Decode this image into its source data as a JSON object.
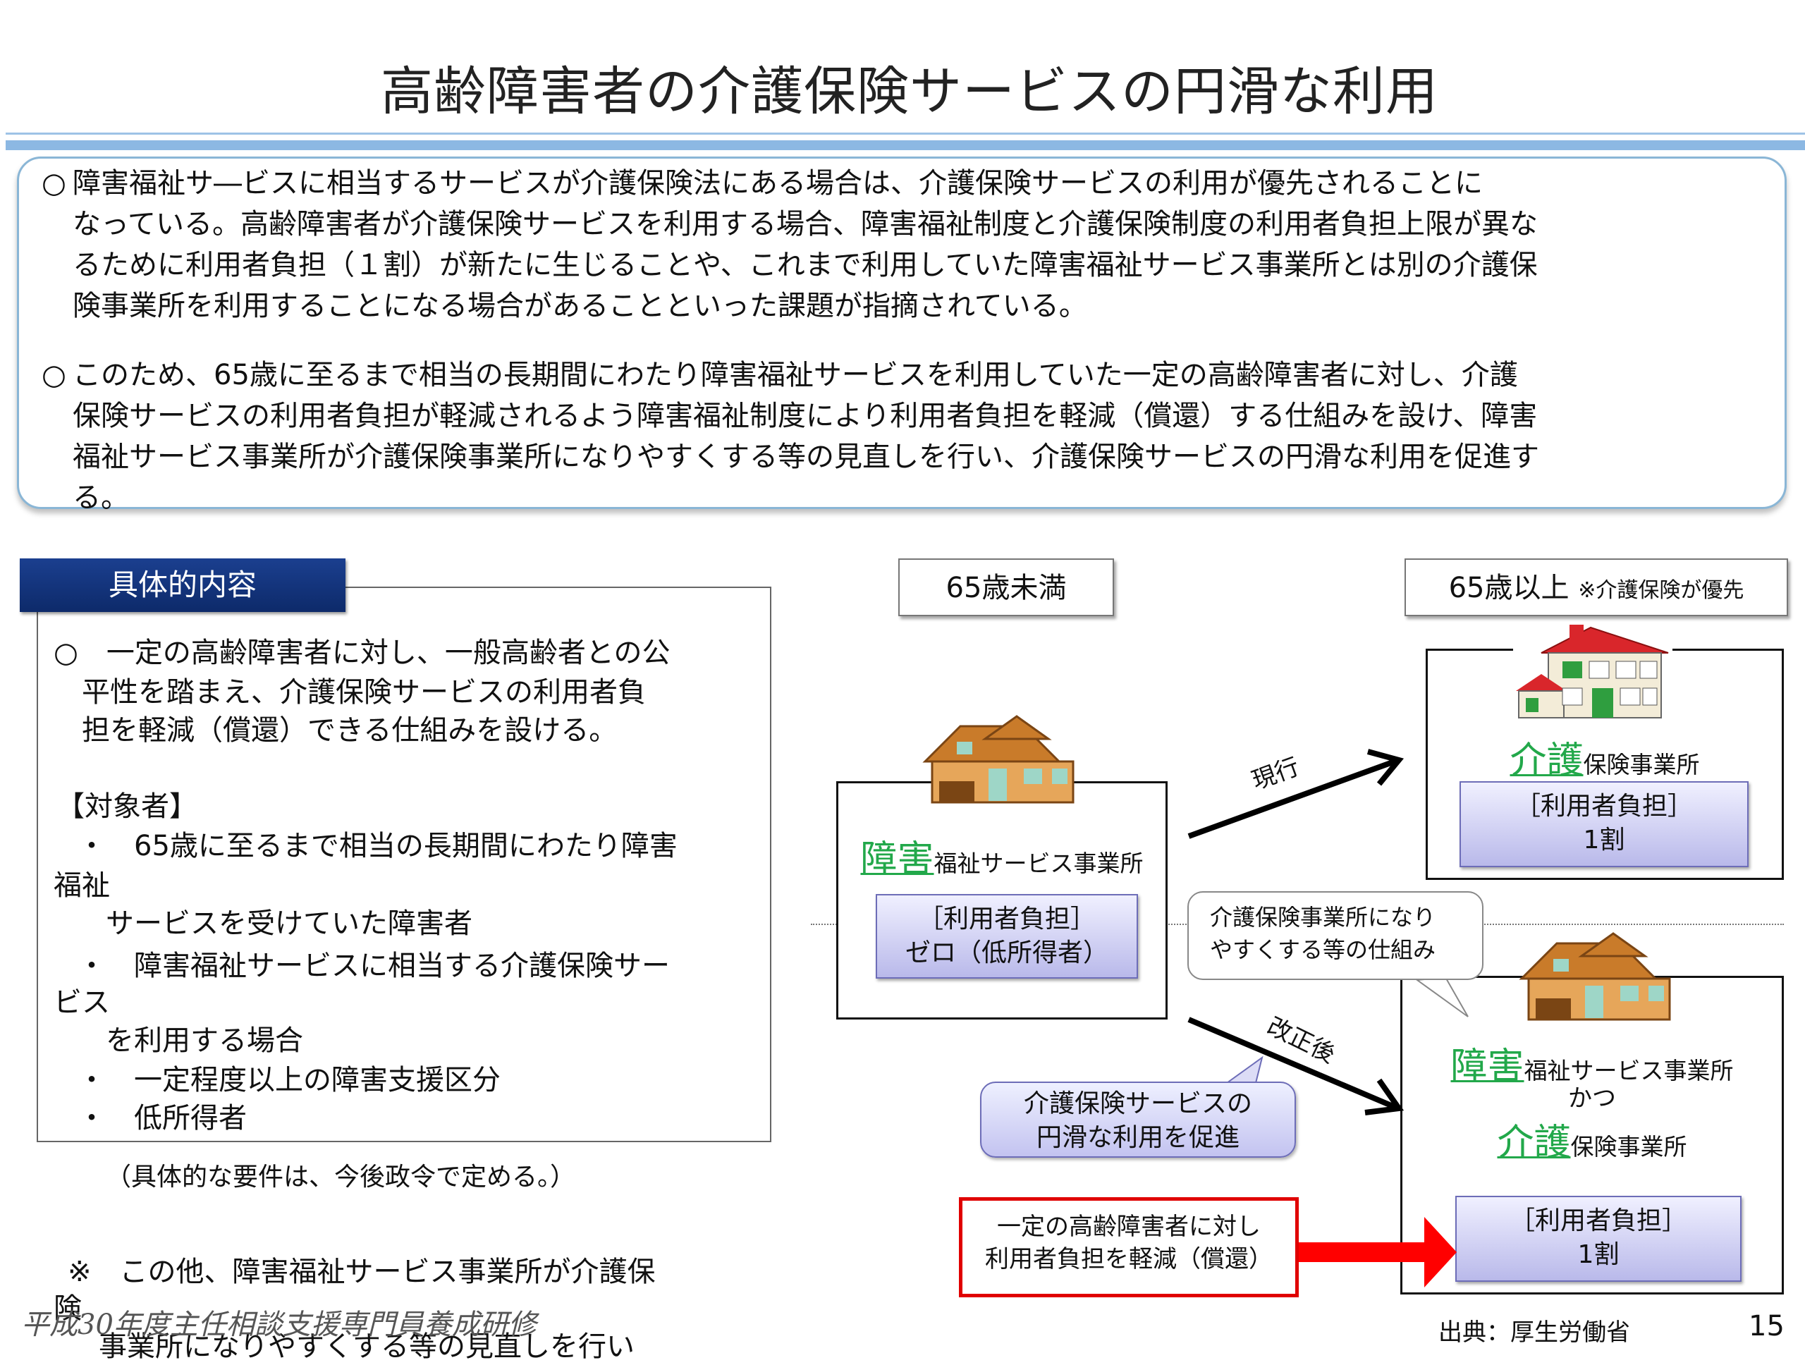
{
  "title": "高齢障害者の介護保険サービスの円滑な利用",
  "summary": {
    "bullet": "○",
    "para1": "障害福祉サ―ビスに相当するサービスが介護保険法にある場合は、介護保険サービスの利用が優先されることに\nなっている。高齢障害者が介護保険サービスを利用する場合、障害福祉制度と介護保険制度の利用者負担上限が異な\nるために利用者負担（１割）が新たに生じることや、これまで利用していた障害福祉サービス事業所とは別の介護保\n険事業所を利用することになる場合があることといった課題が指摘されている。",
    "para2": "このため、65歳に至るまで相当の長期間にわたり障害福祉サービスを利用していた一定の高齢障害者に対し、介護\n保険サービスの利用者負担が軽減されるよう障害福祉制度により利用者負担を軽減（償還）する仕組みを設け、障害\n福祉サービス事業所が介護保険事業所になりやすくする等の見直しを行い、介護保険サービスの円滑な利用を促進す\nる。"
  },
  "detail": {
    "header": "具体的内容",
    "lines": [
      "○　一定の高齢障害者に対し、一般高齢者との公",
      "　平性を踏まえ、介護保険サービスの利用者負",
      "　担を軽減（償還）できる仕組みを設ける。",
      "【対象者】",
      "・　65歳に至るまで相当の長期間にわたり障害",
      "福祉",
      "　サービスを受けていた障害者",
      "・　障害福祉サービスに相当する介護保険サー",
      "ビス",
      "　を利用する場合",
      "・　一定程度以上の障害支援区分",
      "・　低所得者"
    ],
    "note": "（具体的な要件は、今後政令で定める。）",
    "other1": "※　この他、障害福祉サービス事業所が介護保",
    "other2": "険",
    "other3": "事業所になりやすくする等の見直しを行い"
  },
  "diagram": {
    "under65": "65歳未満",
    "over65": "65歳以上",
    "over65_note": "※介護保険が優先",
    "left_facility_big": "障害",
    "left_facility_small": "福祉サービス事業所",
    "left_burden_title": "［利用者負担］",
    "left_burden_value": "ゼロ（低所得者）",
    "current_label": "現行",
    "after_label": "改正後",
    "top_right_big": "介護",
    "top_right_small": "保険事業所",
    "top_right_burden_title": "［利用者負担］",
    "top_right_burden_value": "1割",
    "callout_line1": "介護保険事業所になり",
    "callout_line2": "やすくする等の仕組み",
    "bottom_right_big1": "障害",
    "bottom_right_small1": "福祉サービス事業所",
    "bottom_right_katsu": "かつ",
    "bottom_right_big2": "介護",
    "bottom_right_small2": "保険事業所",
    "bottom_right_burden_title": "［利用者負担］",
    "bottom_right_burden_value": "1割",
    "promote_line1": "介護保険サービスの",
    "promote_line2": "円滑な利用を促進",
    "reduce_line1": "一定の高齢障害者に対し",
    "reduce_line2": "利用者負担を軽減（償還）"
  },
  "footer": {
    "course": "平成30年度主任相談支援専門員養成研修",
    "source": "出典：厚生労働省",
    "page": "15"
  },
  "colors": {
    "accent_green": "#22a84a",
    "header_navy": "#0d2a6a",
    "highlight_red": "#e00000",
    "rule_blue": "#8cb8e3"
  }
}
